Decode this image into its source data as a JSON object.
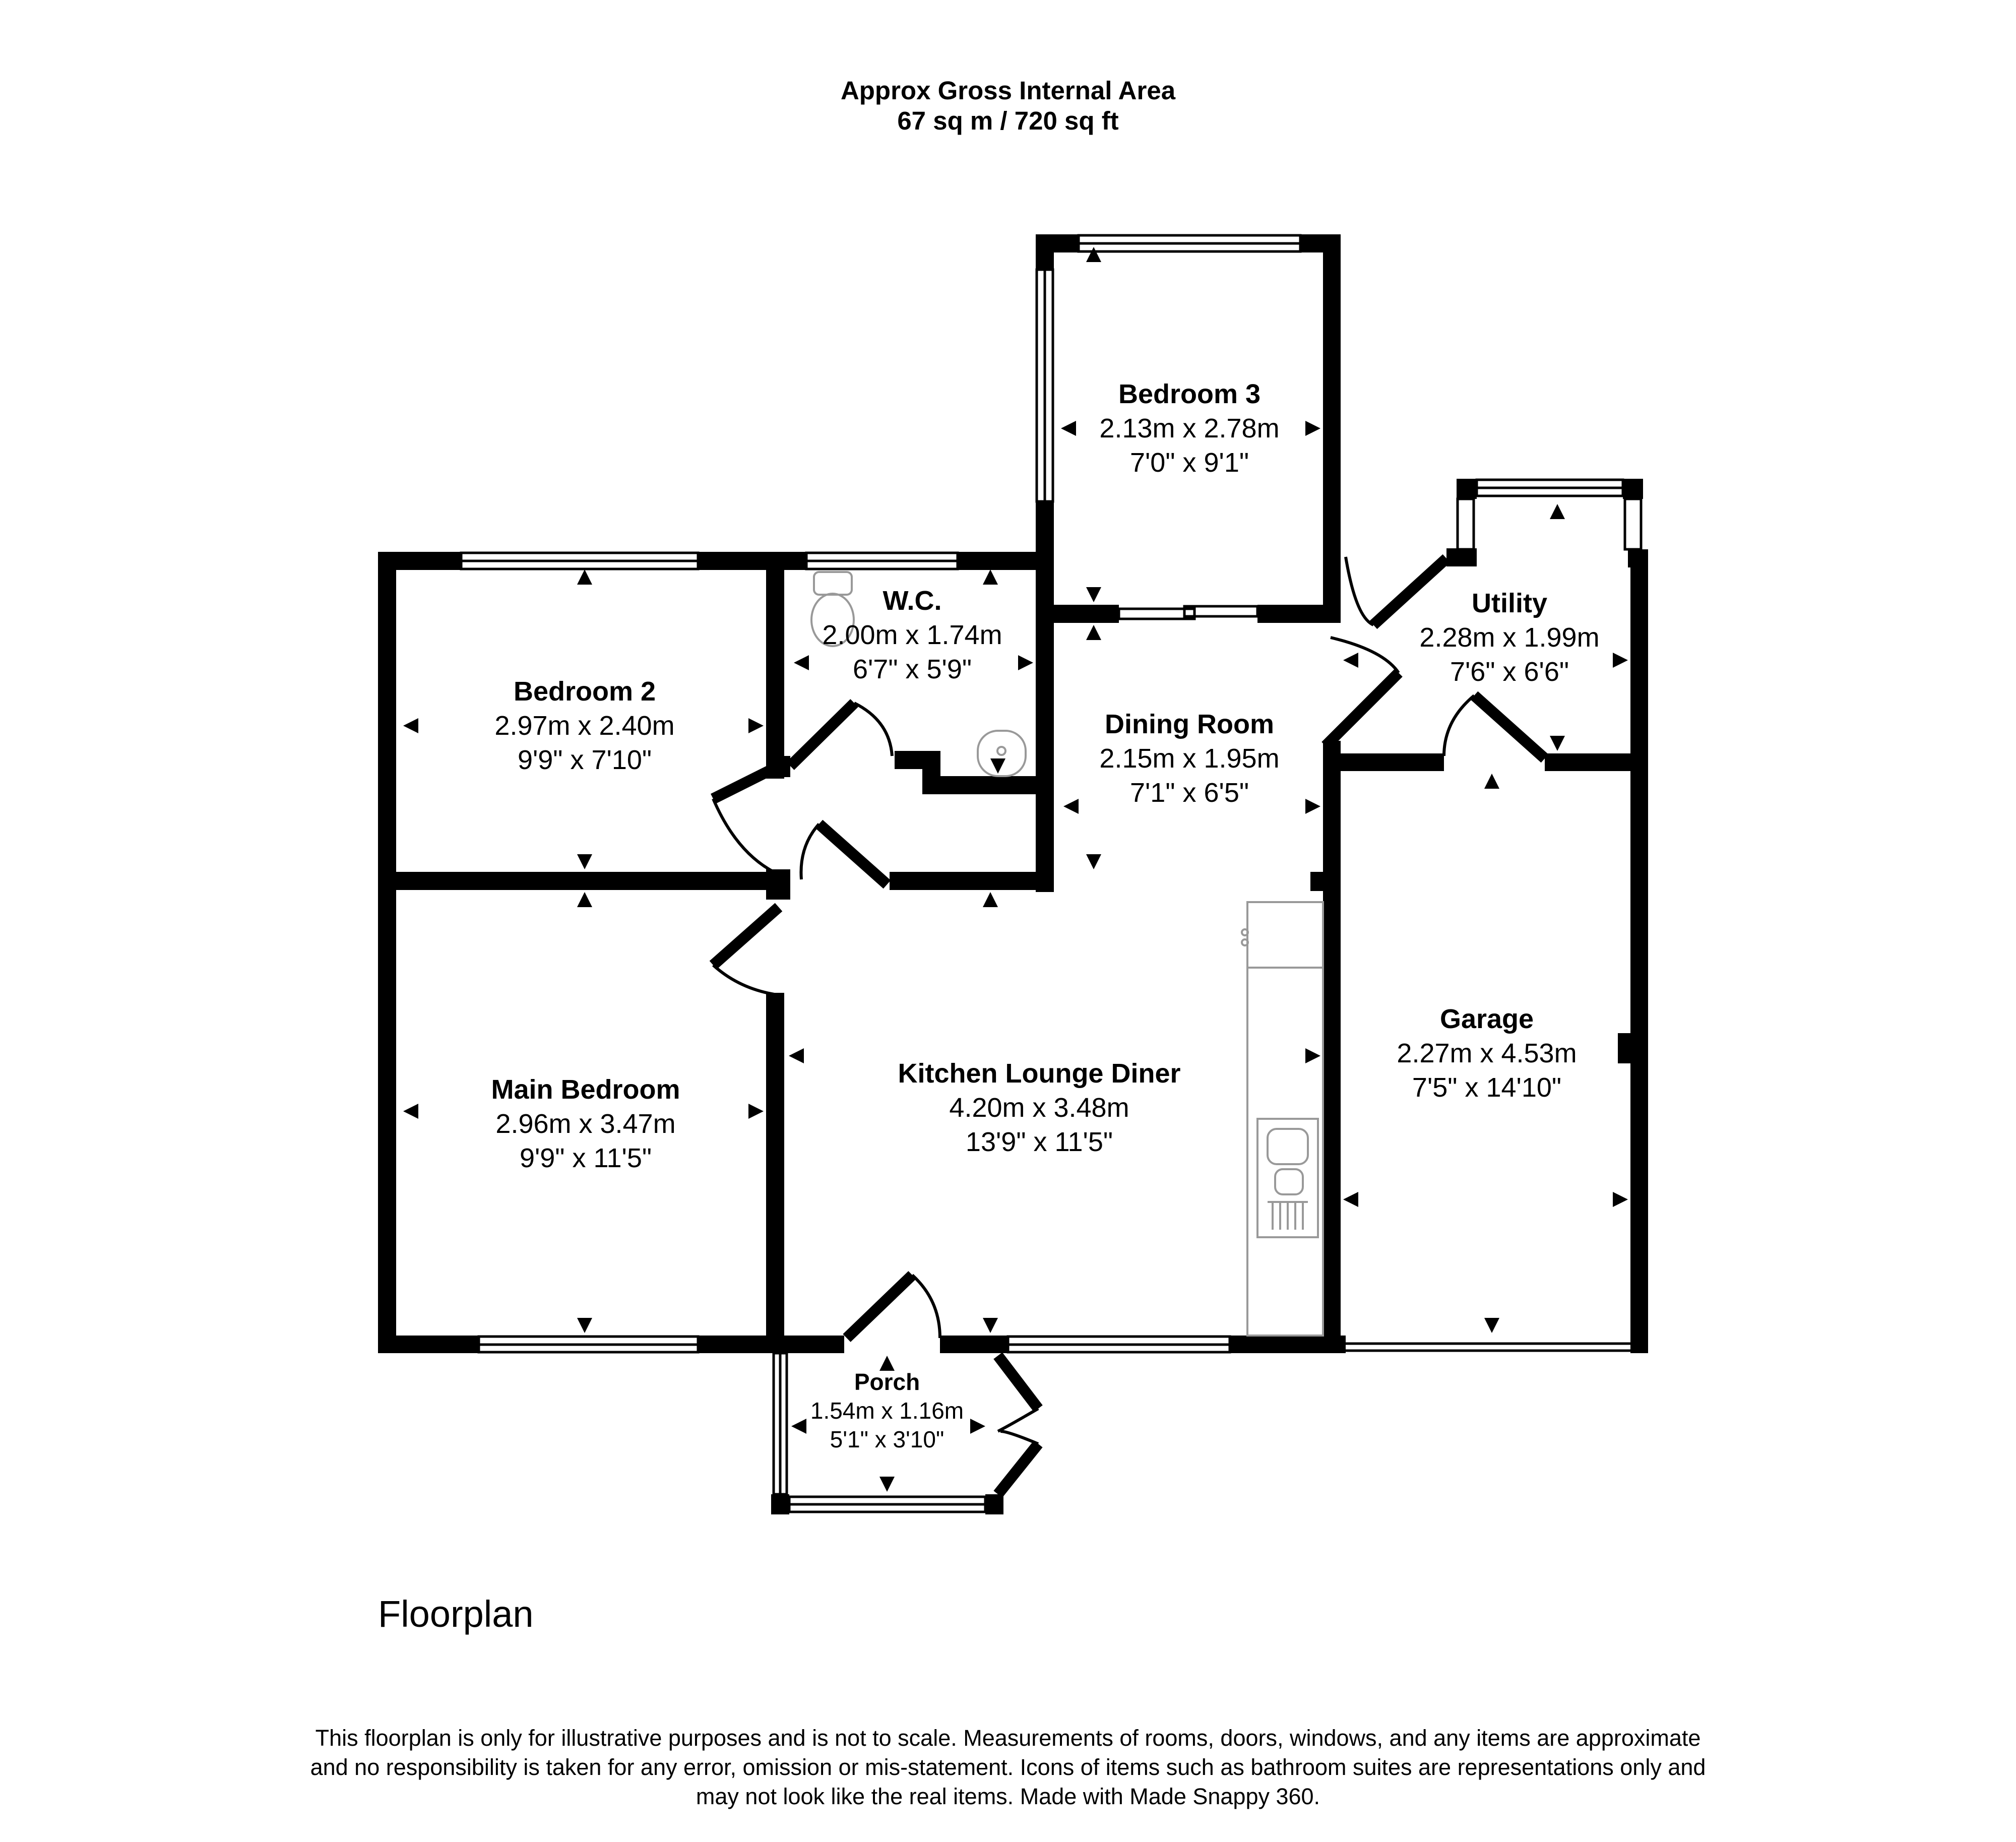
{
  "header": {
    "line1": "Approx Gross Internal Area",
    "line2": "67 sq m / 720 sq ft"
  },
  "rooms": {
    "bedroom3": {
      "name": "Bedroom 3",
      "metric": "2.13m x 2.78m",
      "imperial": "7'0\" x 9'1\""
    },
    "wc": {
      "name": "W.C.",
      "metric": "2.00m x 1.74m",
      "imperial": "6'7\" x 5'9\""
    },
    "bedroom2": {
      "name": "Bedroom 2",
      "metric": "2.97m x 2.40m",
      "imperial": "9'9\" x 7'10\""
    },
    "dining": {
      "name": "Dining Room",
      "metric": "2.15m x 1.95m",
      "imperial": "7'1\" x 6'5\""
    },
    "utility": {
      "name": "Utility",
      "metric": "2.28m x 1.99m",
      "imperial": "7'6\" x 6'6\""
    },
    "garage": {
      "name": "Garage",
      "metric": "2.27m x 4.53m",
      "imperial": "7'5\" x 14'10\""
    },
    "main_bedroom": {
      "name": "Main Bedroom",
      "metric": "2.96m x 3.47m",
      "imperial": "9'9\" x 11'5\""
    },
    "kitchen": {
      "name": "Kitchen Lounge Diner",
      "metric": "4.20m x 3.48m",
      "imperial": "13'9\" x 11'5\""
    },
    "porch": {
      "name": "Porch",
      "metric": "1.54m x 1.16m",
      "imperial": "5'1\" x 3'10\""
    }
  },
  "caption": "Floorplan",
  "disclaimer": {
    "line1": "This floorplan is only for illustrative purposes and is not to scale. Measurements of rooms, doors, windows, and any items are approximate",
    "line2": "and no responsibility is taken for any error, omission or mis-statement. Icons of items such as bathroom suites are representations only and",
    "line3": "may not look like the real items. Made with Made Snappy 360."
  },
  "colors": {
    "wall": "#000000",
    "background": "#ffffff",
    "fixture": "#888888"
  }
}
